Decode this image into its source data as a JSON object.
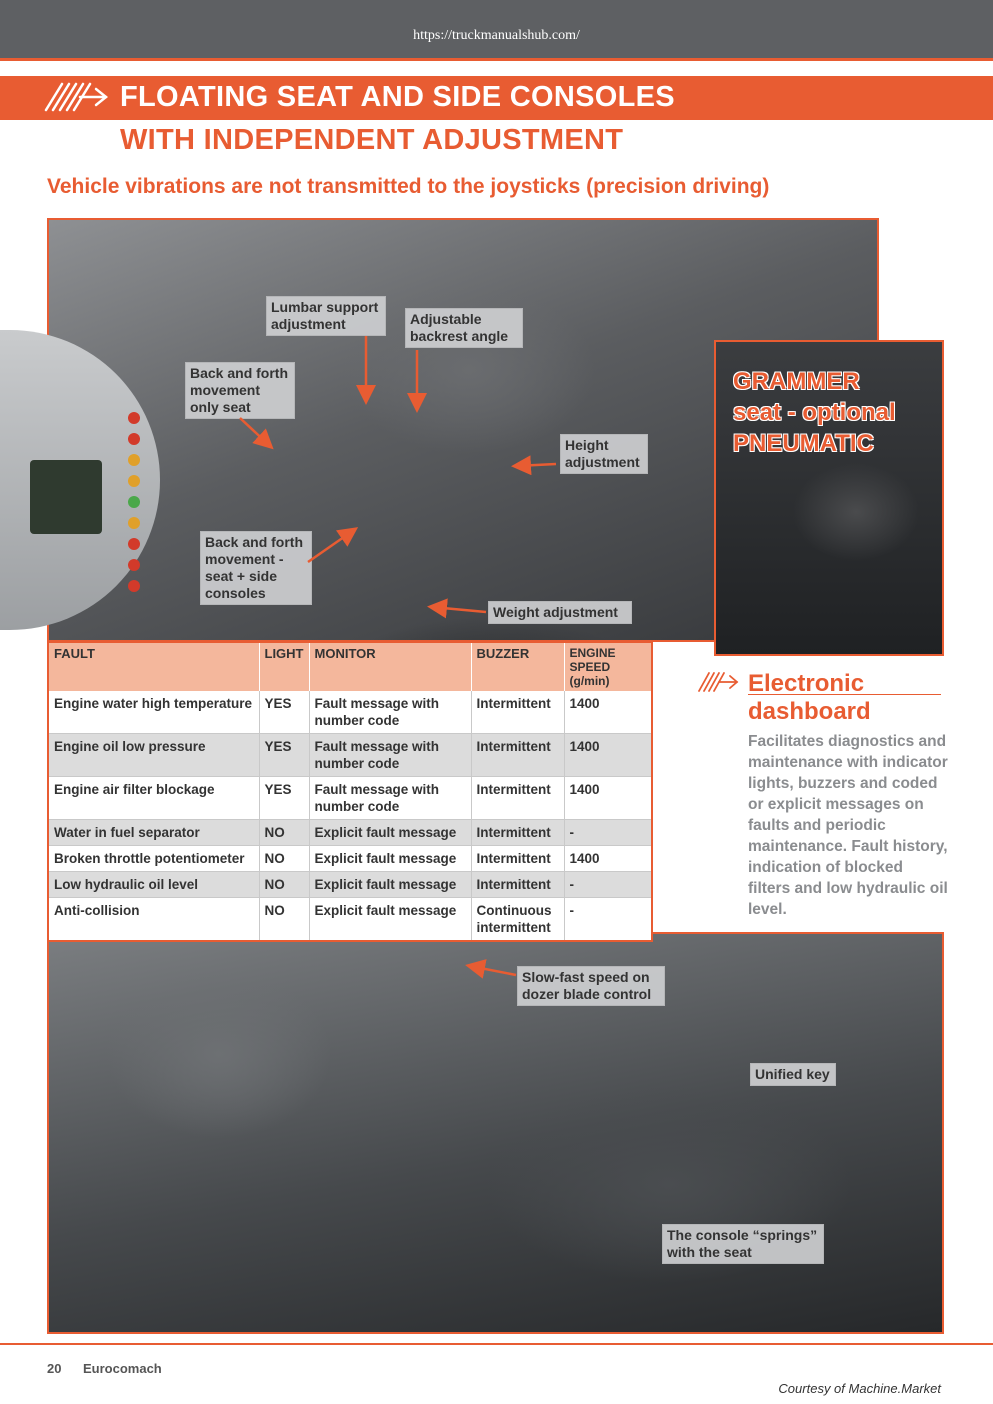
{
  "header": {
    "url": "https://truckmanualshub.com/",
    "title_line1": "FLOATING SEAT AND SIDE CONSOLES",
    "title_line2": "WITH INDEPENDENT ADJUSTMENT",
    "subtitle": "Vehicle vibrations are not transmitted to the joysticks (precision driving)"
  },
  "seat_callouts": {
    "lumbar": "Lumbar support adjustment",
    "backrest": "Adjustable backrest angle",
    "back_forth_seat": "Back and forth movement only seat",
    "height": "Height adjustment",
    "back_forth_consoles": "Back and forth movement - seat + side consoles",
    "weight": "Weight adjustment"
  },
  "grammer": {
    "line1": "GRAMMER",
    "line2": "seat - optional",
    "line3": "PNEUMATIC"
  },
  "fault_table": {
    "headers": [
      "FAULT",
      "LIGHT",
      "MONITOR",
      "BUZZER",
      "ENGINE SPEED (g/min)"
    ],
    "rows": [
      [
        "Engine water high temperature",
        "YES",
        "Fault message with number code",
        "Intermittent",
        "1400"
      ],
      [
        "Engine oil low pressure",
        "YES",
        "Fault message with number code",
        "Intermittent",
        "1400"
      ],
      [
        "Engine air filter blockage",
        "YES",
        "Fault message with number code",
        "Intermittent",
        "1400"
      ],
      [
        "Water in fuel separator",
        "NO",
        "Explicit fault message",
        "Intermittent",
        "-"
      ],
      [
        "Broken throttle potentiometer",
        "NO",
        "Explicit fault message",
        "Intermittent",
        "1400"
      ],
      [
        "Low hydraulic oil level",
        "NO",
        "Explicit fault message",
        "Intermittent",
        "-"
      ],
      [
        "Anti-collision",
        "NO",
        "Explicit fault message",
        "Continuous intermittent",
        "-"
      ]
    ]
  },
  "electronic_dashboard": {
    "title_line1": "Electronic",
    "title_line2": "dashboard",
    "body": "Facilitates diagnostics and maintenance with indicator lights, buzzers and coded or explicit messages on faults and periodic maintenance. Fault history, indication of blocked filters and low hydraulic oil level."
  },
  "joystick_callouts": {
    "slow_fast": "Slow-fast speed on dozer blade control",
    "unified_key": "Unified key",
    "console_springs": "The console “springs” with the seat"
  },
  "footer": {
    "page_number": "20",
    "brand": "Eurocomach",
    "courtesy": "Courtesy of Machine.Market"
  },
  "colors": {
    "accent": "#e85c32",
    "header_bar": "#5e6063",
    "table_header": "#f4b79c",
    "row_shade": "#dcdcdc",
    "body_text": "#8a8c8f"
  }
}
